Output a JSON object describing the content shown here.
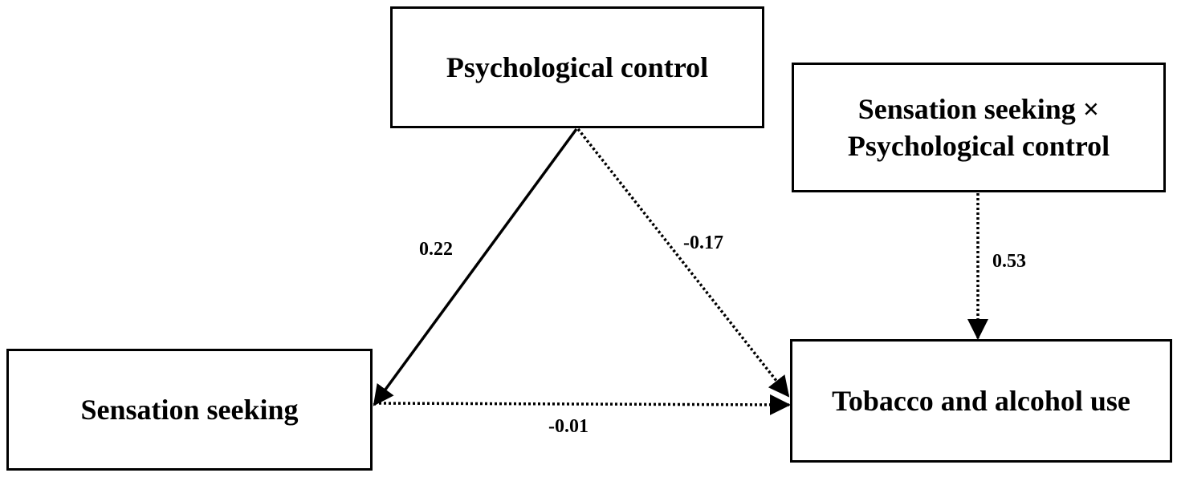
{
  "nodes": {
    "psychological_control": {
      "label": "Psychological control"
    },
    "interaction": {
      "label_line1": "Sensation seeking ×",
      "label_line2": "Psychological control"
    },
    "sensation_seeking": {
      "label": "Sensation seeking"
    },
    "tobacco_alcohol_use": {
      "label": "Tobacco and alcohol use"
    }
  },
  "paths": {
    "pc_to_ss": {
      "coefficient": "0.22",
      "style": "solid"
    },
    "pc_to_tau": {
      "coefficient": "-0.17",
      "style": "dotted"
    },
    "ss_to_tau": {
      "coefficient": "-0.01",
      "style": "dotted"
    },
    "int_to_tau": {
      "coefficient": "0.53",
      "style": "dotted"
    }
  },
  "colors": {
    "stroke": "#000000",
    "background": "#ffffff"
  }
}
